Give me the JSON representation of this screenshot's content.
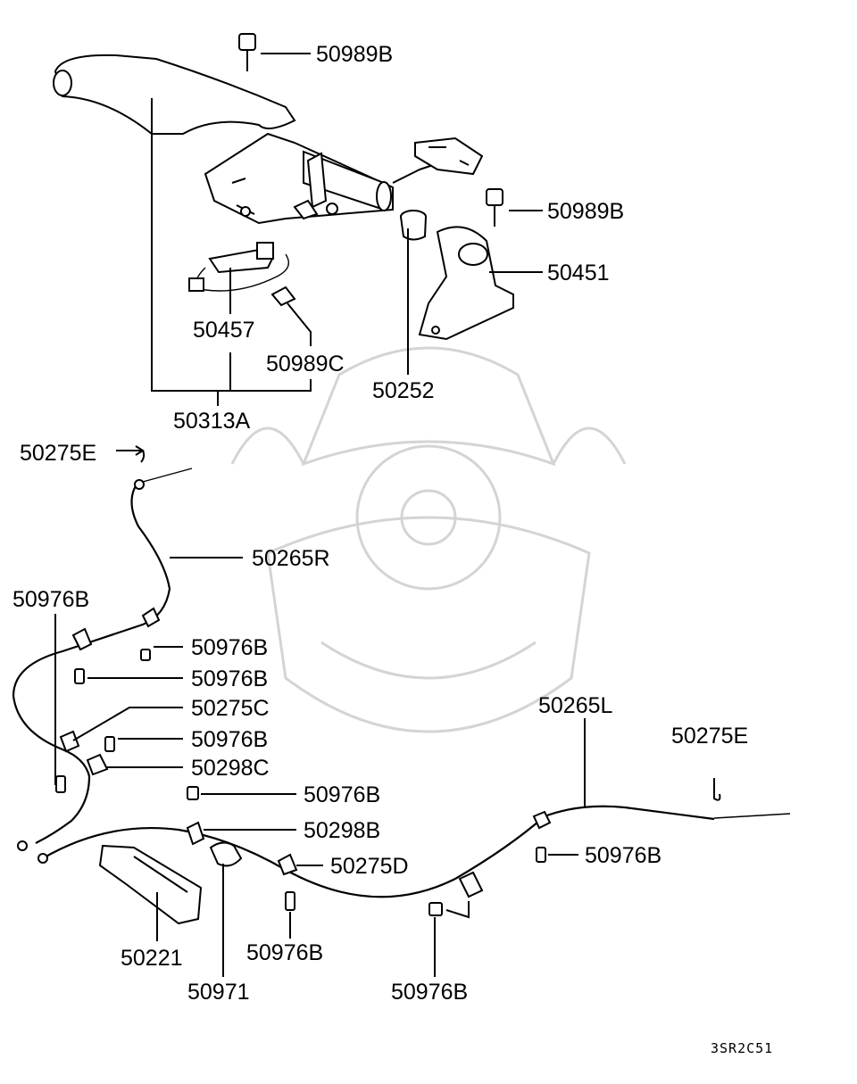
{
  "parts": {
    "lever_bolt_top": "50989B",
    "bracket_bolt": "50989B",
    "bracket": "50451",
    "switch": "50457",
    "switch_bolt": "50989C",
    "bushing": "50252",
    "lever_assy": "50313A",
    "clip_right_top": "50275E",
    "cable_right": "50265R",
    "bolt_left": "50976B",
    "bolt_a": "50976B",
    "bolt_b": "50976B",
    "clip_c": "50275C",
    "bolt_c": "50976B",
    "clamp_c": "50298C",
    "bolt_d": "50976B",
    "clamp_b": "50298B",
    "clip_d": "50275D",
    "cable_left": "50265L",
    "clip_left_end": "50275E",
    "bolt_e": "50976B",
    "heat_shield": "50221",
    "bolt_f": "50976B",
    "grommet": "50971",
    "bolt_g": "50976B"
  },
  "diagram_code": "3SR2C51"
}
